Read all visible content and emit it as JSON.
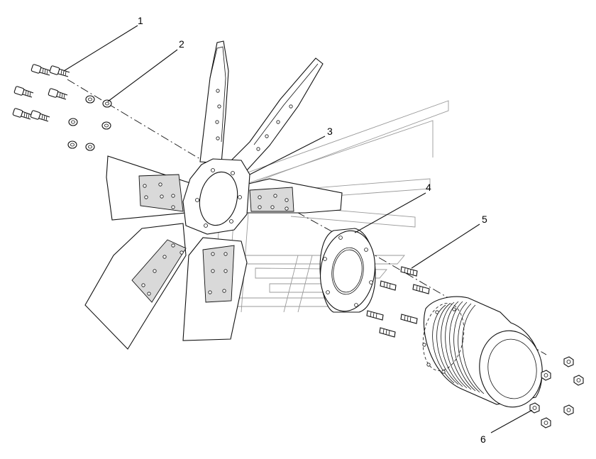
{
  "callouts": [
    {
      "label": "1",
      "part": "bolt"
    },
    {
      "label": "2",
      "part": "lock-washer"
    },
    {
      "label": "3",
      "part": "fan"
    },
    {
      "label": "4",
      "part": "spacer"
    },
    {
      "label": "5",
      "part": "stud"
    },
    {
      "label": "6",
      "part": "nut"
    }
  ]
}
